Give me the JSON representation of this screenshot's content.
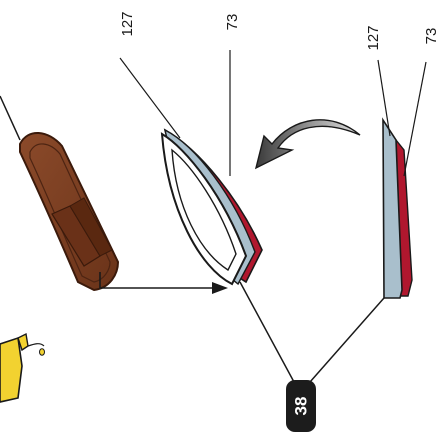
{
  "callouts": {
    "sole_left": "127",
    "edge_left": "73",
    "sole_right": "127",
    "edge_right": "73",
    "badge": "38"
  },
  "colors": {
    "wood": "#7a3e22",
    "wood_dark": "#4d2412",
    "sole_blue": "#a9bfcc",
    "edge_red": "#b0172e",
    "badge_bg": "#1c1c1c",
    "bottle_yellow": "#f2d230",
    "arrow_gray": "#8a8a8a"
  },
  "icons": {
    "wood_block": "wooden-sanding-block-icon",
    "ski_front": "ski-front-view-icon",
    "ski_side": "ski-side-view-icon",
    "rotate_arrow": "rotate-arrow-icon",
    "wax_bottle": "liquid-wax-bottle-icon"
  }
}
